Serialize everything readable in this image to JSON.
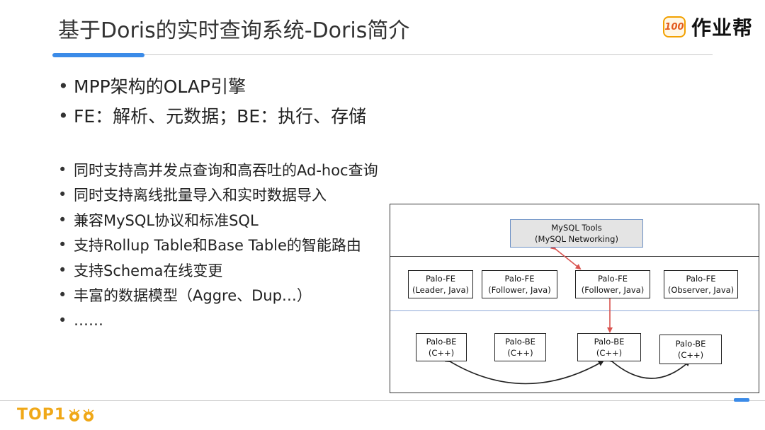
{
  "slide": {
    "title": "基于Doris的实时查询系统-Doris简介"
  },
  "logo": {
    "badge_text": "100",
    "text": "作业帮"
  },
  "bullets_main": [
    "MPP架构的OLAP引擎",
    "FE：解析、元数据；BE：执行、存储"
  ],
  "bullets_sub": [
    "同时支持高并发点查询和高吞吐的Ad-hoc查询",
    "同时支持离线批量导入和实时数据导入",
    "兼容MySQL协议和标准SQL",
    "支持Rollup Table和Base Table的智能路由",
    "支持Schema在线变更",
    "丰富的数据模型（Aggre、Dup…）",
    "……"
  ],
  "bullet_glyph": "•",
  "diagram": {
    "tools": {
      "line1": "MySQL Tools",
      "line2": "(MySQL Networking)"
    },
    "fe": [
      {
        "line1": "Palo-FE",
        "line2": "(Leader, Java)"
      },
      {
        "line1": "Palo-FE",
        "line2": "(Follower, Java)"
      },
      {
        "line1": "Palo-FE",
        "line2": "(Follower, Java)"
      },
      {
        "line1": "Palo-FE",
        "line2": "(Observer, Java)"
      }
    ],
    "be": [
      {
        "line1": "Palo-BE",
        "line2": "(C++)"
      },
      {
        "line1": "Palo-BE",
        "line2": "(C++)"
      },
      {
        "line1": "Palo-BE",
        "line2": "(C++)"
      },
      {
        "line1": "Palo-BE",
        "line2": "(C++)"
      }
    ],
    "colors": {
      "arrow": "#d9534f",
      "separator_top": "#333333",
      "separator_mid": "#8fa8d8"
    }
  },
  "footer": {
    "brand_text": "TOP1",
    "accent_color": "#f0a818"
  }
}
